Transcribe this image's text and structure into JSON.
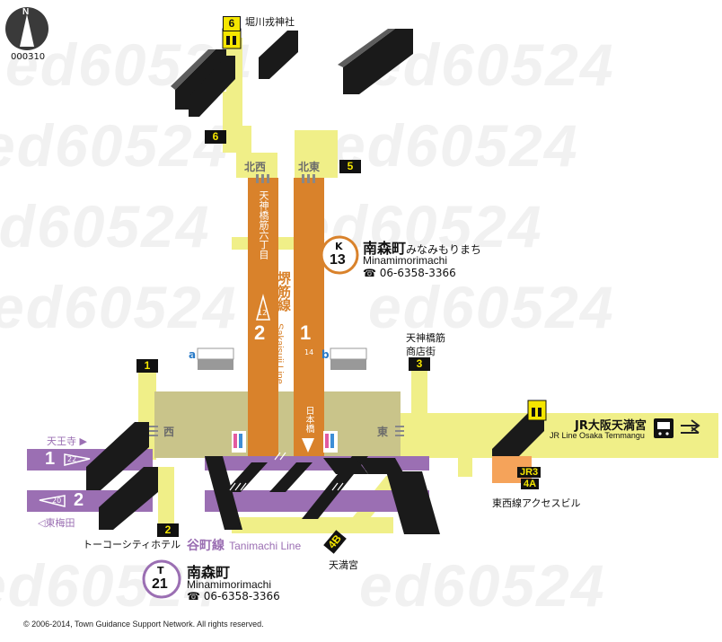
{
  "map_id": "000310",
  "copyright": "2006-2014, Town Guidance Support Network. All rights reserved.",
  "watermark": "ed60524",
  "north": "N",
  "station_k": {
    "line_code": "K",
    "number": "13",
    "name_ja": "南森町",
    "name_kana": "みなみもりまち",
    "name_en": "Minamimorimachi",
    "phone": "06-6358-3366"
  },
  "station_t": {
    "line_code": "T",
    "number": "21",
    "name_ja": "南森町",
    "name_en": "Minamimorimachi",
    "phone": "06-6358-3366"
  },
  "lines": {
    "sakaisuji_ja": "堺筋線",
    "sakaisuji_en": "Sakaisuji Line",
    "tanimachi_ja": "谷町線",
    "tanimachi_en": "Tanimachi Line"
  },
  "platforms": {
    "p1_number": "1",
    "p1_car": "14",
    "p1_dest": "日本橋",
    "p2_number": "2",
    "p2_car": "12",
    "p2_dest": "天神橋筋六丁目",
    "t1_number": "1",
    "t1_car": "22",
    "t1_dest": "天王寺",
    "t2_number": "2",
    "t2_car": "20",
    "t2_dest": "東梅田"
  },
  "directions": {
    "northwest": "北西",
    "northeast": "北東",
    "west": "西",
    "east": "東"
  },
  "exits": {
    "e1": "1",
    "e2": "2",
    "e3": "3",
    "e4b": "4B",
    "e5": "5",
    "e6_top": "6",
    "e6_mid": "6",
    "jr_line": "JR3",
    "jr_line2": "4A"
  },
  "landmarks": {
    "horikawa": "堀川戎神社",
    "tenjinbashi_1": "天神橋筋",
    "tenjinbashi_2": "商店街",
    "toko_hotel": "トーコーシティホテル",
    "tenmangu": "天満宮",
    "tozai_access": "東西線アクセスビル",
    "jr_osaka_temmangu": "JR大阪天満宮",
    "jr_osaka_temmangu_en": "JR Line Osaka Temmangu"
  },
  "gates": {
    "a": "a",
    "b": "b"
  },
  "colors": {
    "concourse": "#f0ef88",
    "concourse_dark": "#c9c48a",
    "sakaisuji": "#d9822b",
    "tanimachi": "#9b6fb3",
    "stair": "#1a1a1a",
    "jr_box": "#f5a35a"
  }
}
